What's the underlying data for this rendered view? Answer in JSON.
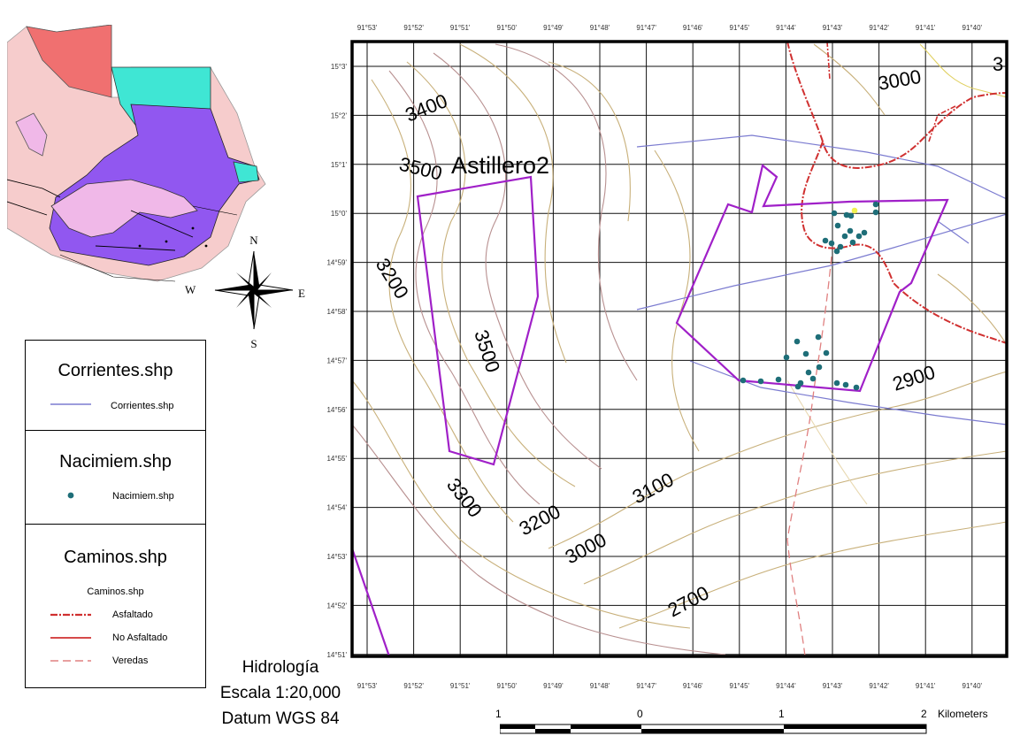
{
  "map": {
    "site_label": "Astillero2",
    "contour_labels": [
      "3400",
      "3500",
      "3200",
      "3500",
      "3300",
      "3200",
      "3100",
      "3000",
      "2700",
      "3000",
      "2900",
      "3"
    ],
    "lon_ticks": [
      "91°53'",
      "91°52'",
      "91°51'",
      "91°50'",
      "91°49'",
      "91°48'",
      "91°47'",
      "91°46'",
      "91°45'",
      "91°44'",
      "91°43'",
      "91°42'",
      "91°41'",
      "91°40'"
    ],
    "lat_ticks": [
      "15°3'",
      "15°2'",
      "15°1'",
      "15°0'",
      "14°59'",
      "14°58'",
      "14°57'",
      "14°56'",
      "14°55'",
      "14°54'",
      "14°53'",
      "14°52'",
      "14°51'"
    ]
  },
  "compass": {
    "n": "N",
    "s": "S",
    "e": "E",
    "w": "W"
  },
  "legend": {
    "corrientes": {
      "title": "Corrientes.shp",
      "item": "Corrientes.shp"
    },
    "nacimiem": {
      "title": "Nacimiem.shp",
      "item": "Nacimiem.shp"
    },
    "caminos": {
      "title": "Caminos.shp",
      "subtitle": "Caminos.shp",
      "items": [
        "Asfaltado",
        "No Asfaltado",
        "Veredas"
      ]
    }
  },
  "info": {
    "title": "Hidrología",
    "scale": "Escala 1:20,000",
    "datum": "Datum WGS 84"
  },
  "scalebar": {
    "labels": [
      "1",
      "0",
      "1",
      "2"
    ],
    "unit": "Kilometers"
  },
  "colors": {
    "boundary": "#a020c8",
    "stream": "#7b7bd0",
    "spring": "#1e6e78",
    "road": "#d03030",
    "contour_a": "#c8b07a",
    "contour_b": "#b89090",
    "region": "#9157f0",
    "cyan": "#3fe6d4",
    "pink": "#f6cccc"
  }
}
